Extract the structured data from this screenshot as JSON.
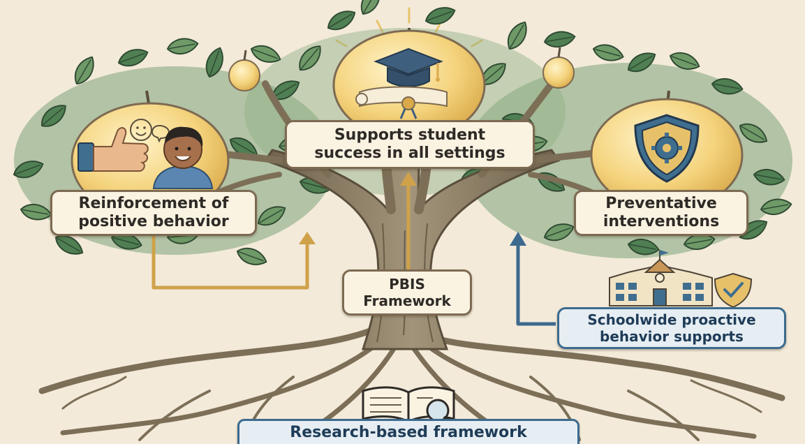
{
  "diagram": {
    "center_label": "PBIS\nFramework",
    "top_label": "Supports student\nsuccess in all settings",
    "left_label": "Reinforcement of\npositive behavior",
    "right_label": "Preventative\ninterventions",
    "lower_right_label": "Schoolwide proactive\nbehavior supports",
    "bottom_label": "Research-based framework"
  },
  "icons": {
    "top": "graduation-cap-icon",
    "left": "thumbs-up-icon",
    "right": "shield-gear-icon",
    "lower_right": "school-building-icon",
    "bottom": "open-book-magnifier-icon"
  },
  "colors": {
    "background": "#f3ead9",
    "trunk": "#8a7b62",
    "leaf": "#4f7f52",
    "apple": "#f4d37c",
    "arrow_gold": "#cfa24a",
    "arrow_blue": "#3d6a8e"
  }
}
